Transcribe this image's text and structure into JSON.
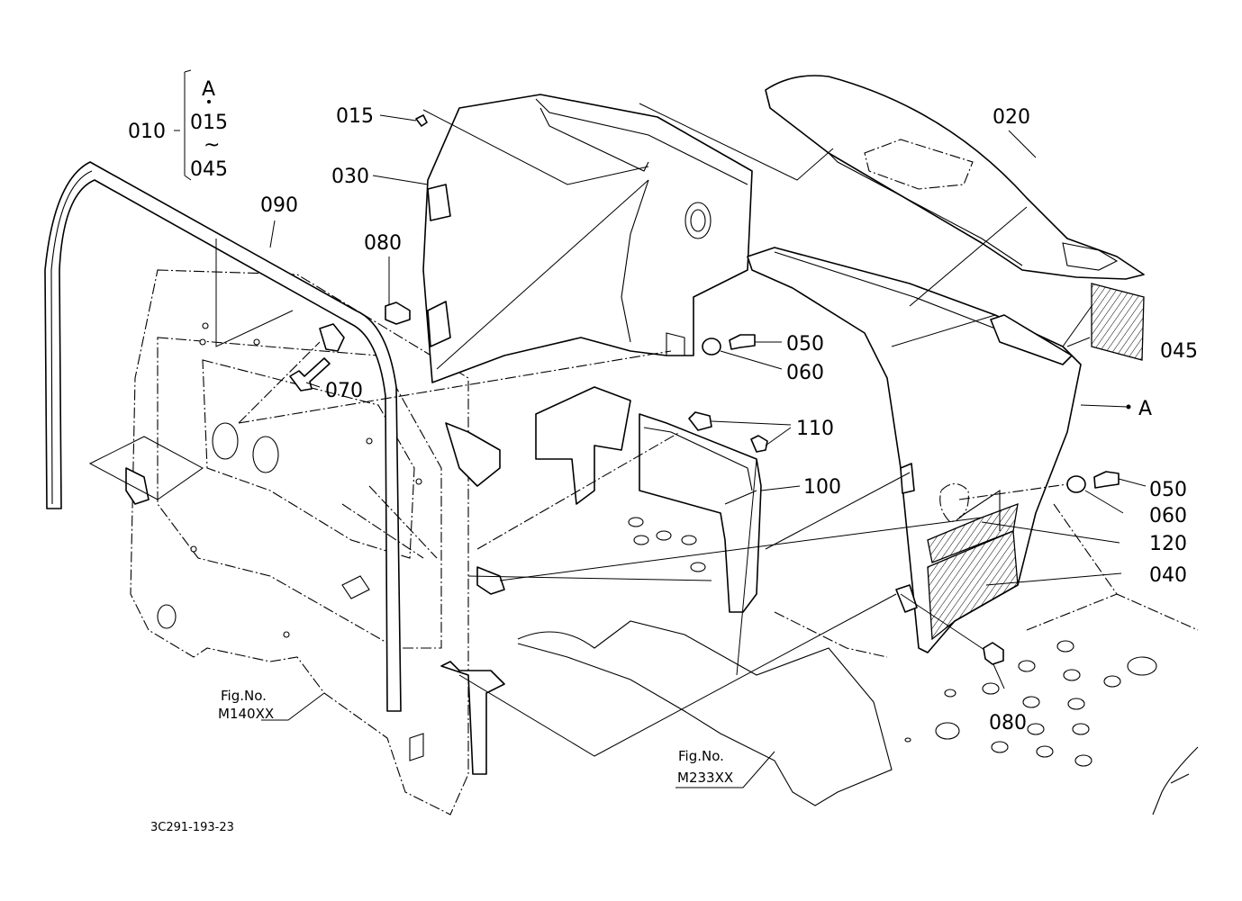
{
  "labels": {
    "a_top": "A",
    "p010": "010",
    "p015_group": "015",
    "tilde": "~",
    "p045_group": "045",
    "p015": "015",
    "p020": "020",
    "p030": "030",
    "p090": "090",
    "p080_top": "080",
    "p050_top": "050",
    "p060_top": "060",
    "p070": "070",
    "p045": "045",
    "a_right": "A",
    "p110": "110",
    "p100": "100",
    "p050_right": "050",
    "p060_right": "060",
    "p120": "120",
    "p040": "040",
    "p080_bottom": "080"
  },
  "fig_refs": {
    "left_caption": "Fig.No.",
    "left_code": "M140XX",
    "right_caption": "Fig.No.",
    "right_code": "M233XX"
  },
  "drawing_code": "3C291-193-23"
}
